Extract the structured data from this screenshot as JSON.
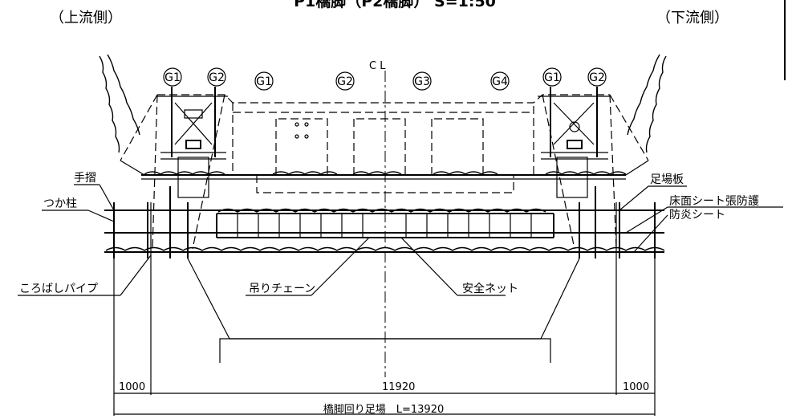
{
  "title": "P1橋脚（P2橋脚） S=1:50",
  "upstream": "（上流側）",
  "downstream": "（下流側）",
  "centerline": "C L",
  "girders": [
    "G1",
    "G2",
    "G1",
    "G2",
    "G3",
    "G4",
    "G1",
    "G2"
  ],
  "labels": {
    "handrail": "手摺",
    "post": "つか柱",
    "pipe": "ころばしパイプ",
    "chain": "吊りチェーン",
    "net": "安全ネット",
    "board": "足場板",
    "floor_sheet": "床面シート張防護",
    "fire_sheet": "防炎シート"
  },
  "dims": {
    "left": "1000",
    "center": "11920",
    "right": "1000",
    "total": "橋脚回り足場　L=13920"
  }
}
